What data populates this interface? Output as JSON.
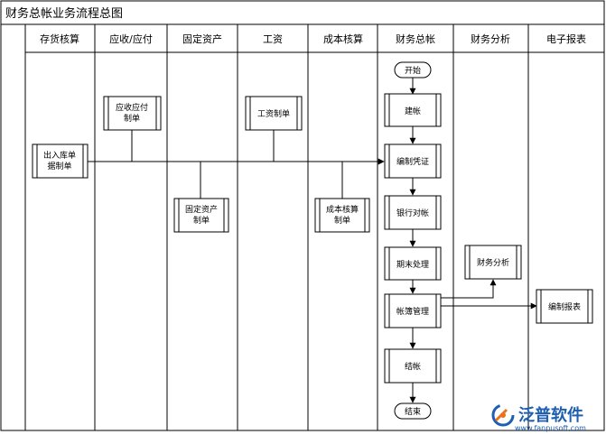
{
  "title": "财务总帐业务流程总图",
  "lanes": [
    {
      "label": "存货核算"
    },
    {
      "label": "应收/应付"
    },
    {
      "label": "固定资产"
    },
    {
      "label": "工资"
    },
    {
      "label": "成本核算"
    },
    {
      "label": "财务总帐"
    },
    {
      "label": "财务分析"
    },
    {
      "label": "电子报表"
    }
  ],
  "nodes": {
    "start": "开始",
    "open_account": "建帐",
    "voucher": "编制凭证",
    "bank_reconcile": "银行对帐",
    "period_end": "期末处理",
    "ledger_mgmt": "帐簿管理",
    "close_account": "结帐",
    "end": "结束",
    "inventory_voucher": [
      "出入库单",
      "据制单"
    ],
    "ar_ap_voucher": [
      "应收应付",
      "制单"
    ],
    "fixed_asset_voucher": [
      "固定资产",
      "制单"
    ],
    "payroll_voucher": "工资制单",
    "cost_voucher": [
      "成本核算",
      "制单"
    ],
    "financial_analysis": "财务分析",
    "report_compile": "编制报表"
  },
  "watermark": {
    "brand": "泛普软件",
    "url": "www.fanpusoft.com"
  },
  "colors": {
    "line": "#000000",
    "box_fill": "#ffffff",
    "logo_blue": "#1e5fb0",
    "logo_orange": "#e8731c"
  }
}
